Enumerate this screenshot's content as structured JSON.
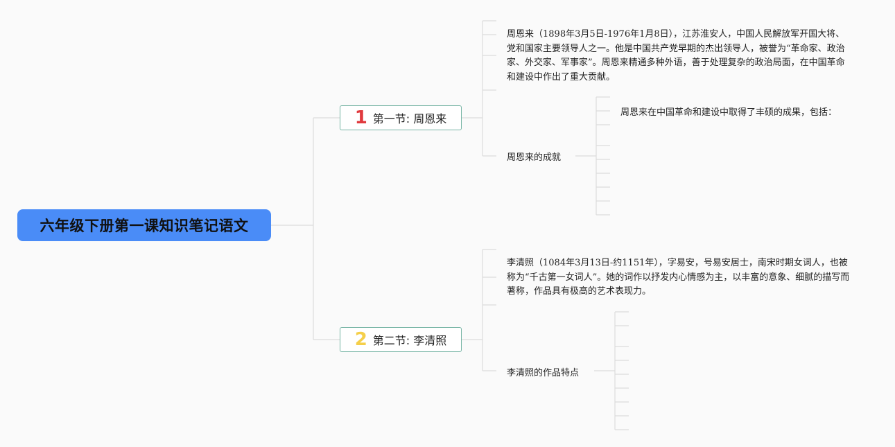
{
  "root": {
    "title": "六年级下册第一课知识笔记语文"
  },
  "sections": [
    {
      "number": "1",
      "title": "第一节: 周恩来",
      "intro": "周恩来（1898年3月5日-1976年1月8日），江苏淮安人，中国人民解放军开国大将、党和国家主要领导人之一。他是中国共产党早期的杰出领导人，被誉为“革命家、政治家、外交家、军事家”。周恩来精通多种外语，善于处理复杂的政治局面，在中国革命和建设中作出了重大贡献。",
      "subtopic": "周恩来的成就",
      "subtopic_child": "周恩来在中国革命和建设中取得了丰硕的成果，包括："
    },
    {
      "number": "2",
      "title": "第二节: 李清照",
      "intro": "李清照（1084年3月13日-约1151年），字易安，号易安居士，南宋时期女词人，也被称为“千古第一女词人”。她的词作以抒发内心情感为主，以丰富的意象、细腻的描写而著称，作品具有极高的艺术表现力。",
      "subtopic": "李清照的作品特点"
    }
  ],
  "colors": {
    "root_fill": "#4a8cf7",
    "section_border": "#74b3a3",
    "number_1": "#e03a3e",
    "number_2": "#f5cf4a",
    "connector": "#dddddd"
  }
}
